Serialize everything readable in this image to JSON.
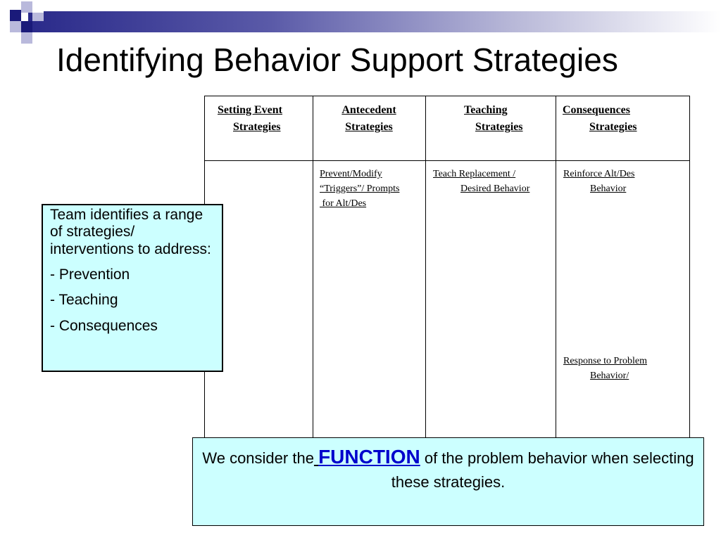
{
  "slide": {
    "title": "Identifying Behavior Support Strategies"
  },
  "table": {
    "headers": [
      {
        "line1": "Setting Event",
        "line2": "Strategies"
      },
      {
        "line1": "Antecedent",
        "line2": "Strategies"
      },
      {
        "line1": "Teaching",
        "line2": "Strategies"
      },
      {
        "line1": "Consequences",
        "line2": "Strategies"
      }
    ],
    "antecedent": [
      "Prevent/Modify",
      "“Triggers”/ Prompts",
      " for Alt/Des"
    ],
    "teaching": [
      "Teach Replacement /",
      "Desired Behavior"
    ],
    "consequence_reinforce": [
      "Reinforce Alt/Des",
      "Behavior"
    ],
    "consequence_response": [
      "Response to Problem",
      "Behavior/"
    ]
  },
  "callout_left": {
    "intro": "Team identifies a range of strategies/ interventions to address:",
    "items": [
      "- Prevention",
      "- Teaching",
      "- Consequences"
    ]
  },
  "callout_bottom": {
    "before": "We consider the",
    "function_word": "FUNCTION",
    "after": "of the problem behavior when selecting these strategies."
  }
}
